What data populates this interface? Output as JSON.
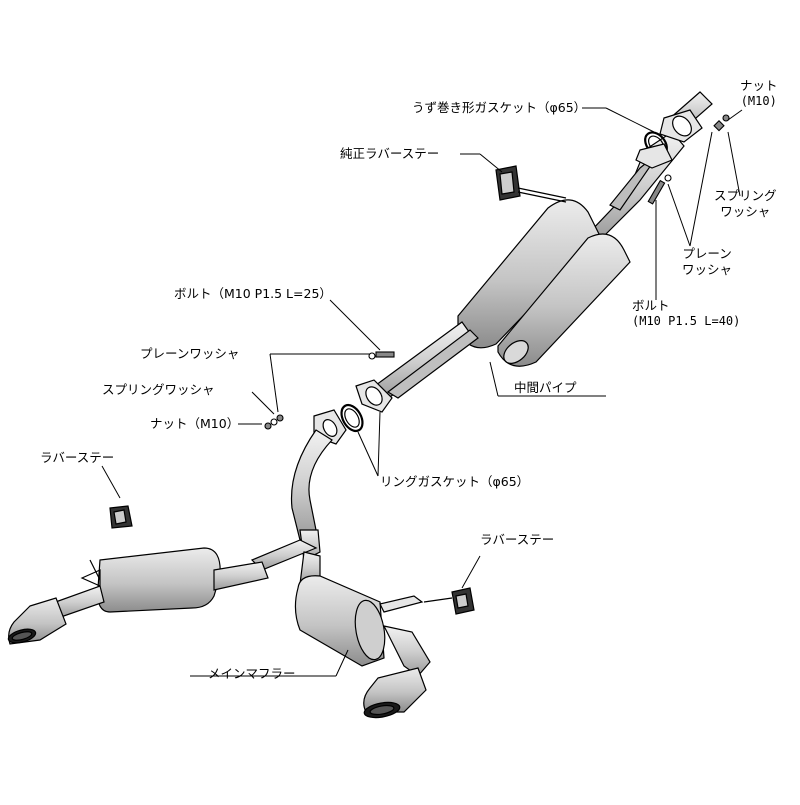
{
  "colors": {
    "line": "#000000",
    "tube": "#d8d8d8",
    "tube_shade": "#b0b0b0",
    "metal_dark": "#1a1a1a"
  },
  "labels": {
    "nut_top": {
      "line1": "ナット",
      "line2": "(M10)"
    },
    "spiral_gasket": "うず巻き形ガスケット（φ65）",
    "oem_rubber_stay": "純正ラバーステー",
    "spring_washer_right": {
      "line1": "スプリング",
      "line2": "ワッシャ"
    },
    "plain_washer_right": {
      "line1": "プレーン",
      "line2": "ワッシャ"
    },
    "bolt_right": {
      "line1": "ボルト",
      "line2": "(M10 P1.5 L=40)"
    },
    "bolt_left": "ボルト（M10 P1.5 L=25）",
    "plain_washer_left": "プレーンワッシャ",
    "spring_washer_left": "スプリングワッシャ",
    "nut_left": "ナット（M10）",
    "center_pipe": "中間パイプ",
    "ring_gasket": "リングガスケット（φ65）",
    "rubber_stay_left": "ラバーステー",
    "rubber_stay_right": "ラバーステー",
    "main_muffler": "メインマフラー"
  }
}
